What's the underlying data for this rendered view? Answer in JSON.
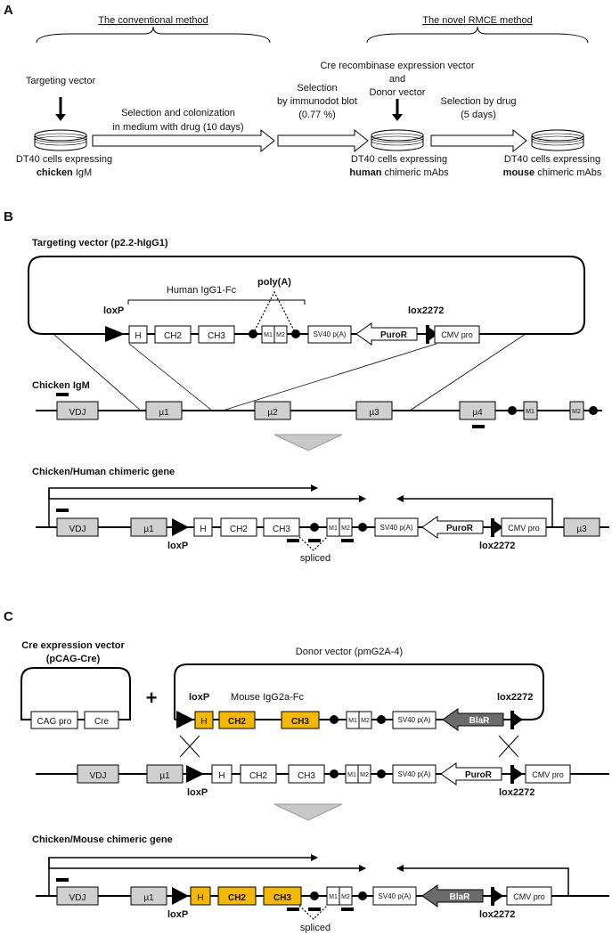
{
  "panels": {
    "a": {
      "label": "A",
      "heading_conventional": "The conventional method",
      "heading_rmce": "The novel RMCE method",
      "targeting_vector": "Targeting vector",
      "cre_line1": "Cre recombinase expression  vector",
      "cre_line2": "and",
      "cre_line3": "Donor vector",
      "step1_line1": "Selection and colonization",
      "step1_line2": "in medium with drug (10 days)",
      "step2_line1": "Selection",
      "step2_line2": "by immunodot blot",
      "step2_line3": "(0.77 %)",
      "step3_line1": "Selection by drug",
      "step3_line2": "(5 days)",
      "cells_chicken_line1": "DT40 cells expressing",
      "cells_chicken_bold": "chicken",
      "cells_chicken_rest": " IgM",
      "cells_human_line1": "DT40 cells expressing",
      "cells_human_bold": "human",
      "cells_human_rest": " chimeric mAbs",
      "cells_mouse_line1": "DT40 cells expressing",
      "cells_mouse_bold": "mouse",
      "cells_mouse_rest": " chimeric mAbs"
    },
    "b": {
      "label": "B",
      "vector_title": "Targeting vector (p2.2-hIgG1)",
      "loxp": "loxP",
      "human_igg1_fc": "Human IgG1-Fc",
      "polya": "poly(A)",
      "lox2272": "lox2272",
      "chicken_igm": "Chicken IgM",
      "chimeric_title": "Chicken/Human chimeric gene",
      "spliced": "spliced"
    },
    "c": {
      "label": "C",
      "cre_vector_title_line1": "Cre expression vector",
      "cre_vector_title_line2": "(pCAG-Cre)",
      "plus": "+",
      "donor_title": "Donor vector (pmG2A-4)",
      "loxp": "loxP",
      "lox2272": "lox2272",
      "mouse_igg2a_fc": "Mouse IgG2a-Fc",
      "chimeric_title": "Chicken/Mouse chimeric gene",
      "spliced": "spliced"
    }
  },
  "elements": {
    "vdj": "VDJ",
    "mu1": "µ1",
    "mu2": "µ2",
    "mu3": "µ3",
    "mu4": "µ4",
    "h": "H",
    "ch2": "CH2",
    "ch3": "CH3",
    "m1": "M1",
    "m2": "M2",
    "sv40": "SV40 p(A)",
    "puror": "PuroR",
    "blar": "BlaR",
    "cmv": "CMV pro",
    "cag": "CAG pro",
    "cre": "Cre"
  },
  "colors": {
    "chicken_exon": "#d0d0d0",
    "mouse_exon": "#f5b800",
    "human_exon": "#ffffff",
    "blar_arrow": "#6b6b6b",
    "arrow_fill": "#c8c8c8",
    "line": "#000000"
  },
  "icons": {
    "dish": "petri-dish-icon",
    "loxp_site": "triangle-icon",
    "lox2272_site": "bar-triangle-icon",
    "polya_site": "filled-circle-icon"
  }
}
